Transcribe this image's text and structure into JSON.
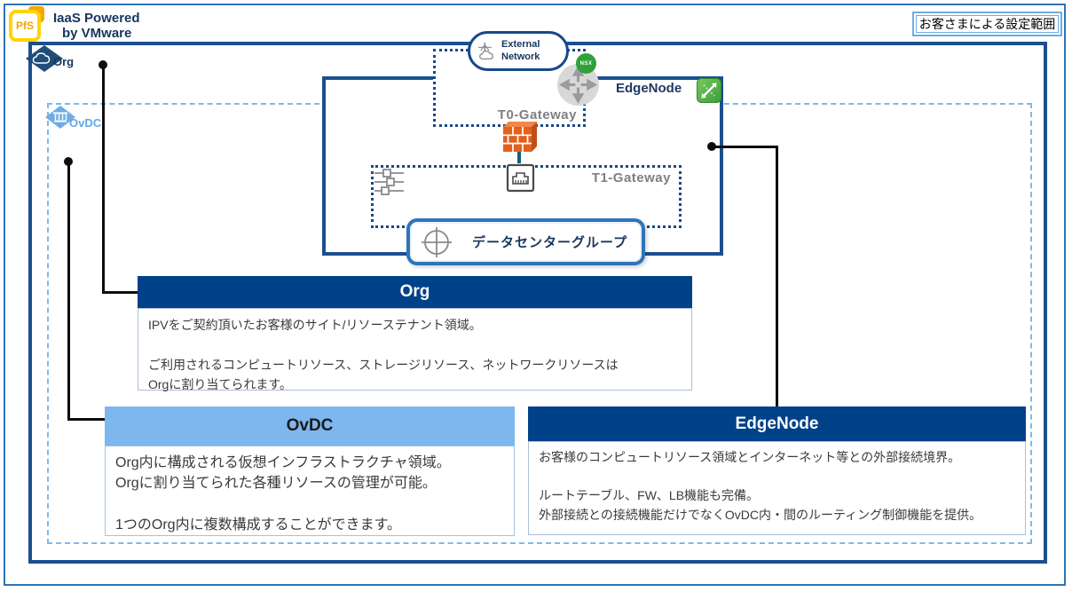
{
  "header": {
    "logo_badge": "PfS",
    "logo_title_line1": "IaaS Powered",
    "logo_title_line2": "by VMware",
    "scope_label": "お客さまによる設定範囲"
  },
  "diagram": {
    "org_label": "Org",
    "ovdc_label": "OvDC",
    "external_network_label": "External Network",
    "nsx_badge": "NSX",
    "t0_label": "T0-Gateway",
    "t1_label": "T1-Gateway",
    "edgenode_label": "EdgeNode",
    "datacenter_group_label": "データセンターグループ"
  },
  "descriptions": {
    "org": {
      "title": "Org",
      "body": [
        "IPVをご契約頂いたお客様のサイト/リソーステナント領域。",
        "",
        "ご利用されるコンピュートリソース、ストレージリソース、ネットワークリソースは",
        "Orgに割り当てられます。"
      ]
    },
    "ovdc": {
      "title": "OvDC",
      "body": [
        "Org内に構成される仮想インフラストラクチャ領域。",
        "Orgに割り当てられた各種リソースの管理が可能。",
        "",
        "1つのOrg内に複数構成することができます。"
      ]
    },
    "edge_node": {
      "title": "EdgeNode",
      "body": [
        "お客様のコンピュートリソース領域とインターネット等との外部接続境界。",
        "",
        "ルートテーブル、FW、LB機能も完備。",
        "外部接続との接続機能だけでなくOvDC内・間のルーティング制御機能を提供。"
      ]
    }
  },
  "colors": {
    "frame_blue": "#1C4F8E",
    "outer_border": "#2E75B6",
    "header_dark_blue": "#004289",
    "header_light_blue": "#7EB7EE",
    "ovdc_dashed": "#7FB9EA",
    "gateway_label_gray": "#7F7F7F",
    "navy_text": "#17365D",
    "firewall_orange": "#E4601E",
    "nsx_green": "#2EA13B",
    "edgenode_green": "#4CAF50"
  }
}
